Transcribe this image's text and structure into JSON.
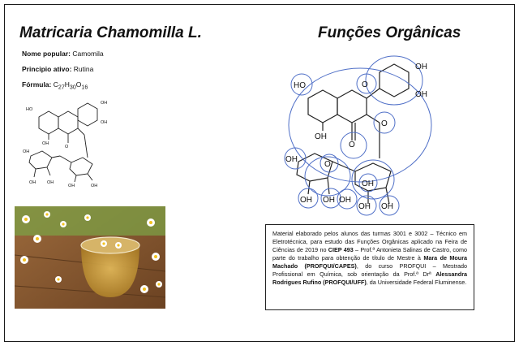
{
  "left": {
    "title": "Matricaria Chamomilla L.",
    "popular_label": "Nome popular:",
    "popular_value": "Camomila",
    "active_label": "Principio ativo:",
    "active_value": "Rutina",
    "formula_label": "Fórmula:",
    "formula": {
      "c": "C",
      "c_n": "27",
      "h": "H",
      "h_n": "30",
      "o": "O",
      "o_n": "16"
    }
  },
  "right": {
    "title": "Funções Orgânicas"
  },
  "molecule": {
    "oh": "OH",
    "o": "O",
    "ho": "HO"
  },
  "credits": {
    "p1": "Material elaborado pelos alunos das turmas 3001 e 3002 – Técnico em Eletrotécnica, para estudo das Funções Orgânicas aplicado na Feira de Ciências de 2019 no ",
    "b1": "CIEP 493",
    "p2": " – Prof.ª Antonieta Salinas de Castro, como parte do trabalho para obtenção de título de Mestre à ",
    "b2": "Mara de Moura Machado (PROFQUI/CAPES)",
    "p3": ", do curso PROFQUI – Mestrado Profissional em Química, sob orientação da Prof.ª Drª ",
    "b3": "Alessandra Rodrigues Rufino (PROFQUI/UFF)",
    "p4": ", da Universidade Federal Fluminense."
  },
  "colors": {
    "circle": "#4f6fc7",
    "bond": "#222222"
  },
  "icons": {
    "photo": "chamomile-tea-photo"
  }
}
